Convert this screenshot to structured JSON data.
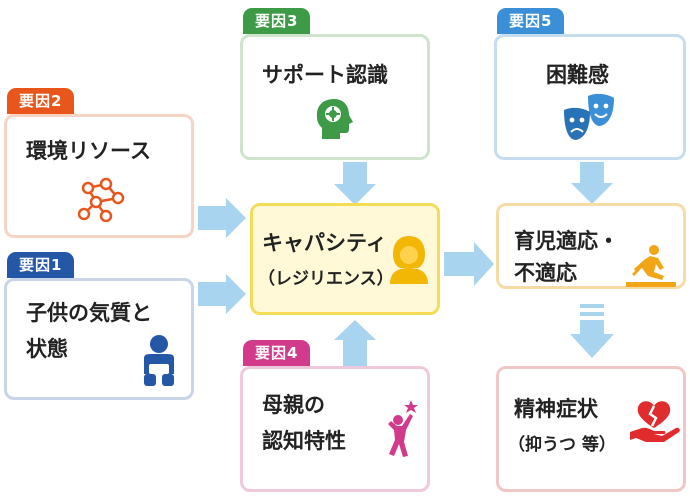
{
  "factors": {
    "f1": {
      "tag": "要因1",
      "line1": "子供の気質と",
      "line2": "状態",
      "color": "#2557a7",
      "border": "#c9d4e8"
    },
    "f2": {
      "tag": "要因2",
      "line1": "環境リソース",
      "color": "#e8561c",
      "border": "#f6d3c2"
    },
    "f3": {
      "tag": "要因3",
      "line1": "サポート認識",
      "color": "#3d9a47",
      "border": "#cfe3cd"
    },
    "f4": {
      "tag": "要因4",
      "line1": "母親の",
      "line2": "認知特性",
      "color": "#d23b8c",
      "border": "#f0c8dc"
    },
    "f5": {
      "tag": "要因5",
      "line1": "困難感",
      "color": "#3a8fd6",
      "border": "#c6dcef"
    }
  },
  "center": {
    "line1": "キャパシティ",
    "line2": "（レジリエンス）",
    "border": "#f5dc57",
    "fill": "#fff9d8"
  },
  "outcome1": {
    "line1": "育児適応・",
    "line2": "不適応",
    "border": "#f6dca4"
  },
  "outcome2": {
    "line1": "精神症状",
    "line2": "（抑うつ 等）",
    "border": "#f3c6c6"
  },
  "icons": [
    "network-icon",
    "brain-head-icon",
    "drama-masks-icon",
    "baby-icon",
    "woman-icon",
    "falling-person-icon",
    "person-star-icon",
    "heart-hand-icon"
  ],
  "colors": {
    "arrow": "#a9d4ef"
  }
}
